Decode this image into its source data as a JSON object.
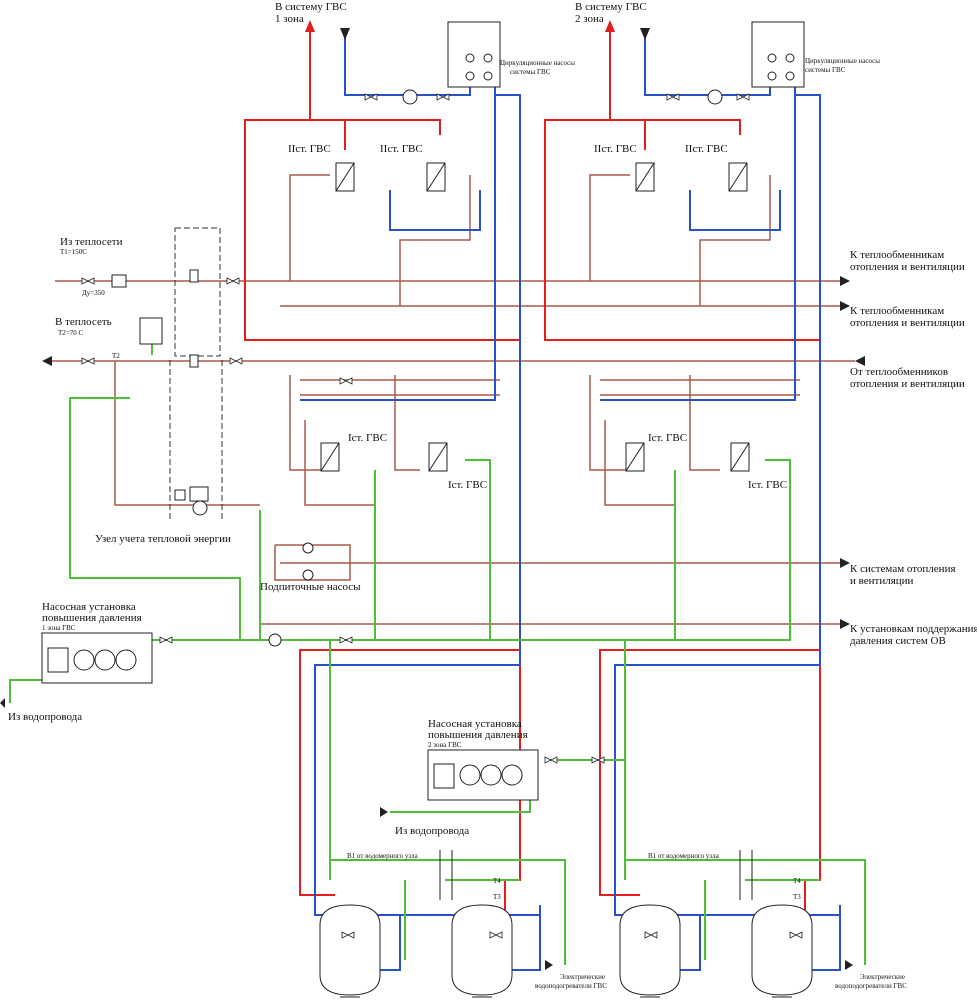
{
  "labels": {
    "to_dhw_zone1": "В систему ГВС",
    "zone1": "1 зона",
    "to_dhw_zone2": "В систему ГВС",
    "zone2": "2 зона",
    "circ_pumps_1_a": "Циркуляционные насосы",
    "circ_pumps_1_b": "системы ГВС",
    "circ_pumps_2_a": "Циркуляционные насосы",
    "circ_pumps_2_b": "системы ГВС",
    "stage2_hw": "IIст. ГВС",
    "stage1_hw": "Iст. ГВС",
    "from_heatnet": "Из теплосети",
    "t1": "Т1=150С",
    "du": "Ду=350",
    "to_heatnet": "В теплосеть",
    "t2": "Т2=70 С",
    "t2_short": "Т2",
    "to_hx_1_a": "К теплообменникам",
    "to_hx_1_b": "отопления и вентиляции",
    "to_hx_2_a": "К теплообменникам",
    "to_hx_2_b": "отопления и вентиляции",
    "from_hx_a": "От теплообменников",
    "from_hx_b": "отопления и вентиляции",
    "meter_node": "Узел учета тепловой энергии",
    "makeup_pumps": "Подпиточные насосы",
    "to_heating_a": "К системам отопления",
    "to_heating_b": "и вентиляции",
    "to_pressure_a": "К установкам поддержания",
    "to_pressure_b": "давления систем ОВ",
    "booster1_a": "Насосная установка",
    "booster1_b": "повышения давления",
    "booster1_c": "1 зона ГВС",
    "booster2_a": "Насосная установка",
    "booster2_b": "повышения давления",
    "booster2_c": "2 зона ГВС",
    "from_water_1": "Из водопровода",
    "from_water_2": "Из водопровода",
    "b1_1": "В1 от водомерного узла",
    "b1_2": "В1 от водомерного узла",
    "t4": "Т4",
    "t3": "Т3",
    "elec_heaters_a": "Электрические",
    "elec_heaters_b": "водоподогреватели ГВС"
  },
  "colors": {
    "supply": "#e41e1e",
    "return": "#2a52c8",
    "cold_water": "#4fbf3a",
    "heat_net": "#a85a48"
  }
}
